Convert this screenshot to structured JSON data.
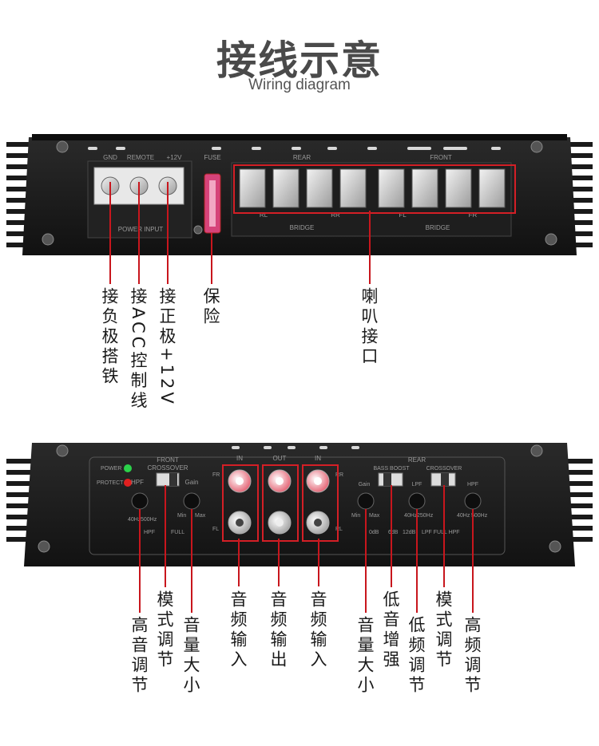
{
  "header": {
    "title": "接线示意",
    "subtitle": "Wiring diagram"
  },
  "top_panel": {
    "labels": {
      "gnd": "GND",
      "remote": "REMOTE",
      "v12": "+12V",
      "fuse": "FUSE",
      "rear": "REAR",
      "front": "FRONT",
      "power_input": "POWER INPUT",
      "rl": "RL",
      "rr": "RR",
      "fl": "FL",
      "fr": "FR",
      "bridge": "BRIDGE"
    },
    "callouts": {
      "gnd": "接负极搭铁",
      "acc": "接ACC控制线",
      "pos12": "接正极+12V",
      "fuse": "保险",
      "speaker": "喇叭接口"
    }
  },
  "bottom_panel": {
    "labels": {
      "power": "POWER",
      "protect": "PROTECT",
      "front": "FRONT",
      "crossover": "CROSSOVER",
      "hpf": "HPF",
      "gain": "Gain",
      "full": "FULL",
      "min": "Min",
      "max": "Max",
      "hz40": "40Hz",
      "hz500": "500Hz",
      "hz250": "250Hz",
      "in": "IN",
      "out": "OUT",
      "fr": "FR",
      "fl": "FL",
      "rr": "RR",
      "rl": "RL",
      "rear": "REAR",
      "bass_boost": "BASS BOOST",
      "lpf": "LPF",
      "db0": "0dB",
      "db6": "6dB",
      "db12": "12dB",
      "lpf_full_hpf": "LPF FULL HPF"
    },
    "callouts": {
      "treble": "高音调节",
      "mode1": "模式调节",
      "vol1": "音量大小",
      "audio_in1": "音频输入",
      "audio_out": "音频输出",
      "audio_in2": "音频输入",
      "vol2": "音量大小",
      "bass_boost": "低音增强",
      "low_freq": "低频调节",
      "mode2": "模式调节",
      "high_freq": "高频调节"
    }
  },
  "colors": {
    "leader": "#c8161d",
    "box": "#d41f26",
    "amp_body": "#1c1c1c",
    "led_green": "#2bd14a",
    "led_red": "#e02020"
  }
}
